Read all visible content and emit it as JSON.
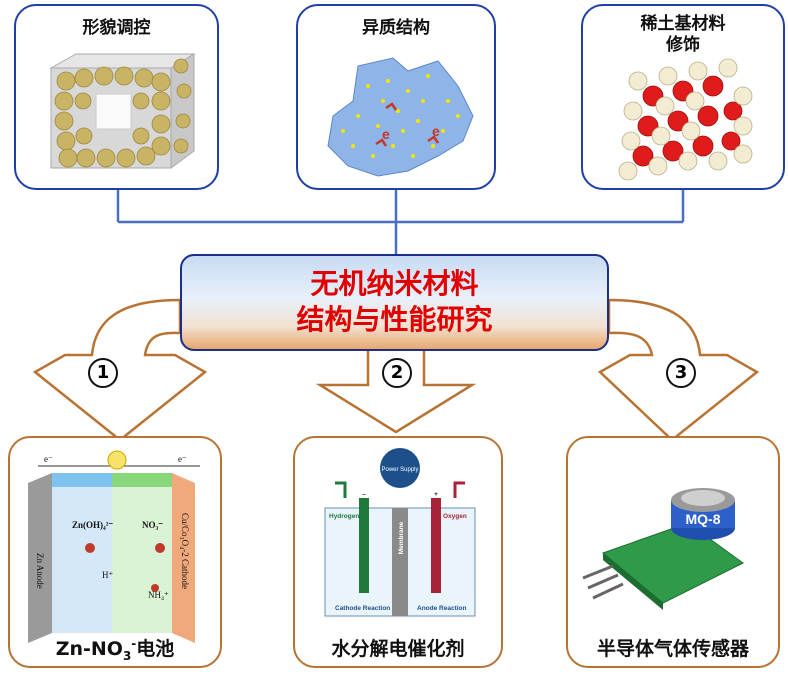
{
  "top_panels": [
    {
      "title": "形貌调控"
    },
    {
      "title": "异质结构",
      "electron_label": "e"
    },
    {
      "title_line1": "稀土基材料",
      "title_line2": "修饰"
    }
  ],
  "center": {
    "line1": "无机纳米材料",
    "line2": "结构与性能研究"
  },
  "steps": [
    "1",
    "2",
    "3"
  ],
  "bottom_panels": [
    {
      "title_prefix": "Zn-NO",
      "title_sub": "3",
      "title_sup": "-",
      "title_suffix": "电池",
      "labels": {
        "e_left": "e⁻",
        "e_right": "e⁻",
        "zn_oh": "Zn(OH)₄²⁻",
        "no3": "NO₃⁻",
        "h": "H⁺",
        "nh4": "NH₄⁺",
        "anode": "Zn Anode",
        "cathode": "Cu/Co₃O₄-2 Cathode"
      }
    },
    {
      "title": "水分解电催化剂",
      "labels": {
        "power": "Power Supply",
        "hydrogen": "Hydrogen",
        "oxygen": "Oxygen",
        "membrane": "Membrane",
        "cathode_rxn": "Cathode Reaction",
        "anode_rxn": "Anode Reaction",
        "minus": "–",
        "plus": "+"
      }
    },
    {
      "title": "半导体气体传感器",
      "sensor_label": "MQ-8"
    }
  ]
}
